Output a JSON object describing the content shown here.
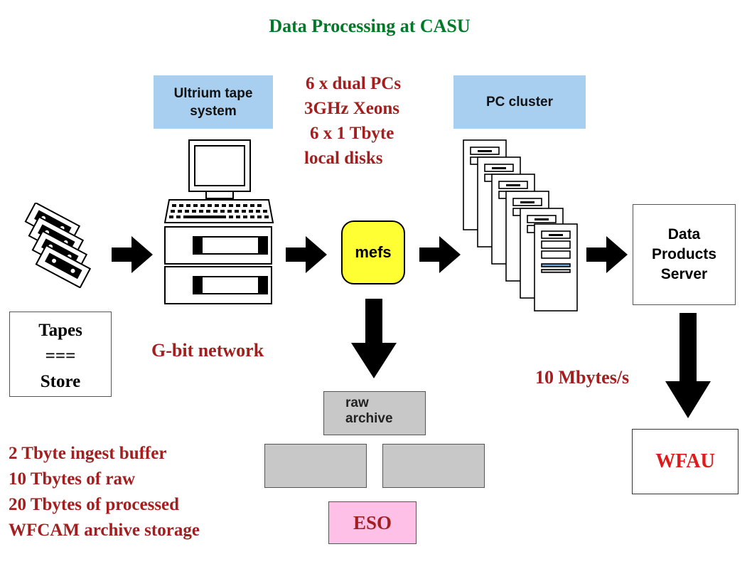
{
  "title": "Data Processing at CASU",
  "tape_system_label": "Ultrium tape system",
  "pc_specs": [
    "6 x dual PCs",
    "3GHz Xeons",
    "6 x 1 Tbyte",
    "local disks"
  ],
  "pc_cluster_label": "PC cluster",
  "mefs_label": "mefs",
  "data_products_server_label": [
    "Data",
    "Products",
    "Server"
  ],
  "tapes_store": [
    "Tapes",
    "===",
    "Store"
  ],
  "network_label": "G-bit network",
  "rate_label": "10 Mbytes/s",
  "raw_archive_label": [
    "raw",
    "archive"
  ],
  "storage_notes": [
    "2 Tbyte ingest buffer",
    "10 Tbytes of raw",
    "20 Tbytes of processed",
    "WFCAM archive storage"
  ],
  "eso_label": "ESO",
  "wfau_label": "WFAU",
  "colors": {
    "title": "#007a28",
    "accent_red": "#a31f1f",
    "label_blue": "#a9cff0",
    "mefs_yellow": "#ffff33",
    "archive_grey": "#c8c8c8"
  }
}
